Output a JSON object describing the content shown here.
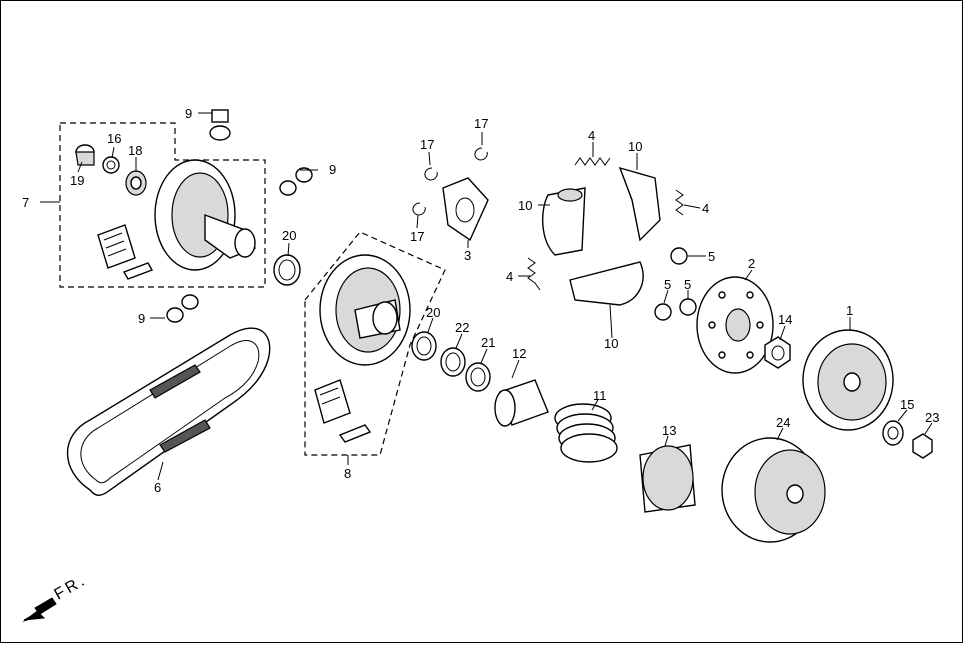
{
  "callouts": {
    "c1": "1",
    "c2": "2",
    "c3": "3",
    "c4a": "4",
    "c4b": "4",
    "c4c": "4",
    "c5a": "5",
    "c5b": "5",
    "c5c": "5",
    "c6": "6",
    "c7": "7",
    "c8": "8",
    "c9a": "9",
    "c9b": "9",
    "c9c": "9",
    "c10a": "10",
    "c10b": "10",
    "c10c": "10",
    "c11": "11",
    "c12": "12",
    "c13": "13",
    "c14": "14",
    "c15": "15",
    "c16": "16",
    "c17a": "17",
    "c17b": "17",
    "c17c": "17",
    "c18": "18",
    "c19": "19",
    "c20a": "20",
    "c20b": "20",
    "c21": "21",
    "c22": "22",
    "c23": "23",
    "c24": "24"
  },
  "direction": {
    "label": "FR."
  }
}
